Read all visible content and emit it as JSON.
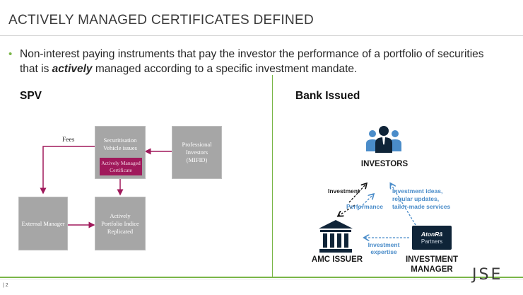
{
  "title": "ACTIVELY MANAGED CERTIFICATES DEFINED",
  "bullet": {
    "part1": "Non-interest paying instruments that pay the investor the performance of a portfolio of securities that is ",
    "emphasis": "actively",
    "part2": " managed according to a specific investment mandate."
  },
  "spv": {
    "heading": "SPV",
    "fees_label": "Fees",
    "securitisation_box": "Securitisation Vehicle issues",
    "certificate_box": "Actively Managed Certificate",
    "professional_investors_box": "Professional Investors (MIFID)",
    "external_manager_box": "External Manager",
    "portfolio_box": "Actively Portfolio Indice Replicated"
  },
  "bank": {
    "heading": "Bank Issued",
    "investors": "INVESTORS",
    "investment": "Investment",
    "performance": "Performance",
    "ideas_line1": "Investment ideas,",
    "ideas_line2": "regular updates,",
    "ideas_line3": "tailor-made services",
    "expertise_line1": "Investment",
    "expertise_line2": "expertise",
    "amc_issuer": "AMC ISSUER",
    "manager_line1": "INVESTMENT",
    "manager_line2": "MANAGER",
    "atonra_line1": "AtonRâ",
    "atonra_line2": "Partners"
  },
  "footer": {
    "page_number": "| 2",
    "logo": "JSE"
  },
  "colors": {
    "accent_green": "#7ab648",
    "magenta": "#a0195b",
    "box_grey": "#a6a6a6",
    "bank_blue": "#4a8cc9",
    "navy": "#0f2438"
  },
  "icons": [
    "investors-group-icon",
    "bank-building-icon",
    "atonra-logo-icon"
  ]
}
